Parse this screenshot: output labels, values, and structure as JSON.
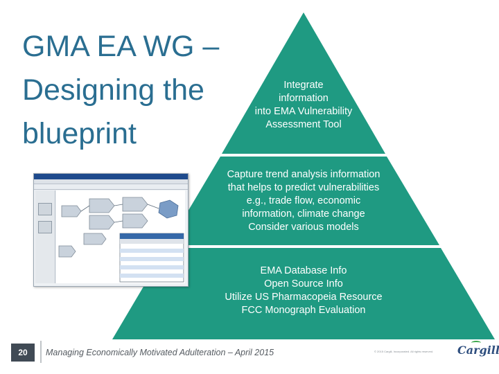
{
  "title": {
    "line1": "GMA EA WG –",
    "line2": "Designing the",
    "line3": "blueprint"
  },
  "pyramid": {
    "color": "#1f9a82",
    "top": {
      "lines": [
        "Integrate",
        "information",
        "into EMA Vulnerability",
        "Assessment Tool"
      ]
    },
    "middle": {
      "lines": [
        "Capture trend analysis information",
        "that helps to predict vulnerabilities",
        "e.g., trade flow, economic",
        "information, climate change",
        "Consider various models"
      ]
    },
    "bottom": {
      "lines": [
        "EMA Database Info",
        "Open Source Info",
        "Utilize US Pharmacopeia Resource",
        "FCC Monograph Evaluation"
      ]
    }
  },
  "footer": {
    "slide_number": "20",
    "text": "Managing Economically Motivated Adulteration – April 2015",
    "small_text": "© 2015 Cargill, Incorporated. All rights reserved.",
    "logo": "Cargill"
  }
}
